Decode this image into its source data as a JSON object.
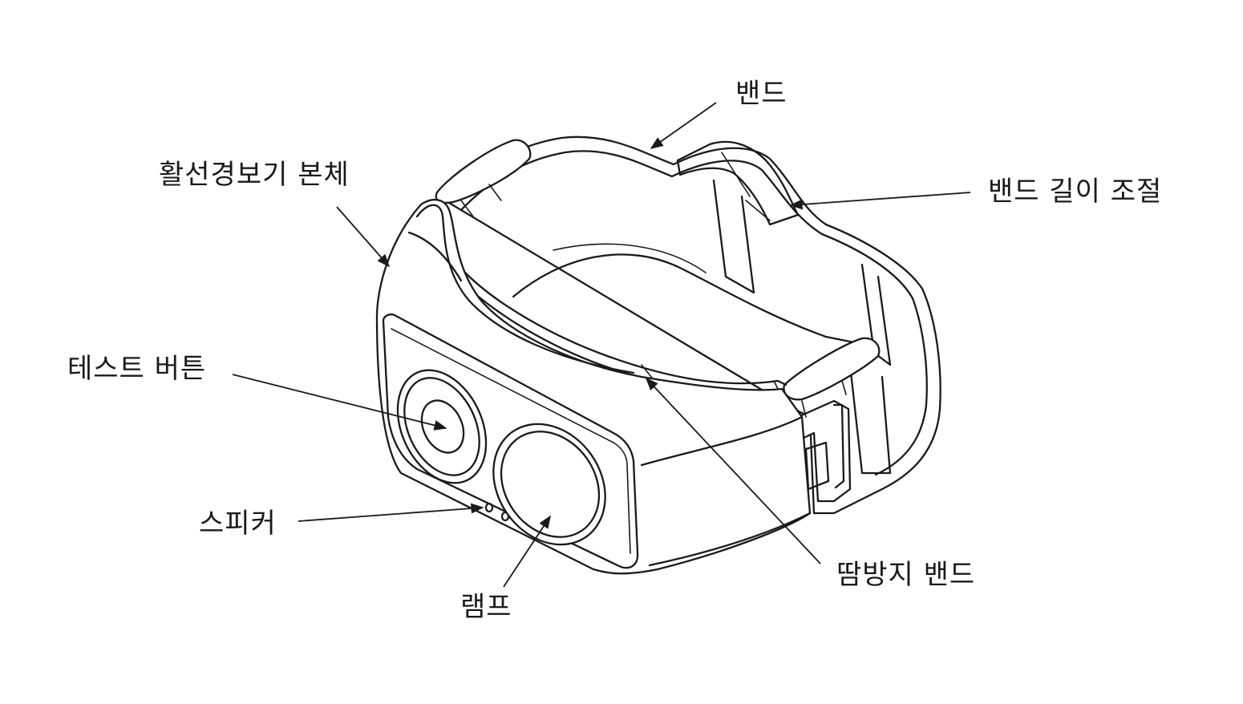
{
  "labels": {
    "band": "밴드",
    "body": "활선경보기 본체",
    "band_length": "밴드 길이 조절",
    "test_button": "테스트 버튼",
    "speaker": "스피커",
    "lamp": "램프",
    "sweat_band": "땀방지 밴드"
  }
}
